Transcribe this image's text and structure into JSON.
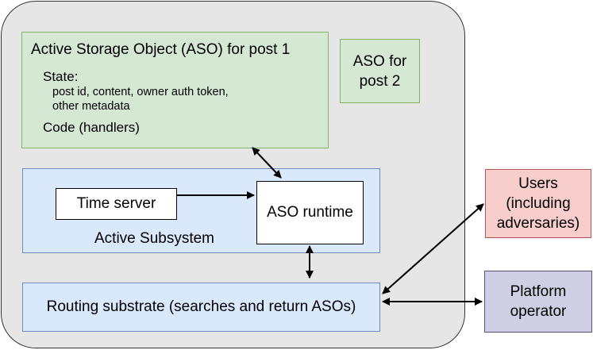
{
  "aso_post1": {
    "title": "Active Storage Object (ASO) for post 1",
    "state_label": "State:",
    "state_line1": "post id, content, owner auth token,",
    "state_line2": "other metadata",
    "code_label": "Code (handlers)"
  },
  "aso_post2": {
    "line1": "ASO for",
    "line2": "post 2"
  },
  "active_subsystem": {
    "label": "Active Subsystem",
    "time_server": "Time server",
    "aso_runtime": "ASO runtime"
  },
  "routing": {
    "label": "Routing substrate (searches and return ASOs)"
  },
  "users": {
    "line1": "Users",
    "line2": "(including",
    "line3": "adversaries)"
  },
  "platform": {
    "line1": "Platform",
    "line2": "operator"
  },
  "colors": {
    "outer_fill": "#e6e6e6",
    "green_fill": "#d5e8d4",
    "green_stroke": "#82b366",
    "blue_fill": "#dae8fc",
    "blue_stroke": "#6c8ebf",
    "red_fill": "#f8cecc",
    "red_stroke": "#b85450",
    "purple_fill": "#d0cee2",
    "purple_stroke": "#56517e"
  }
}
